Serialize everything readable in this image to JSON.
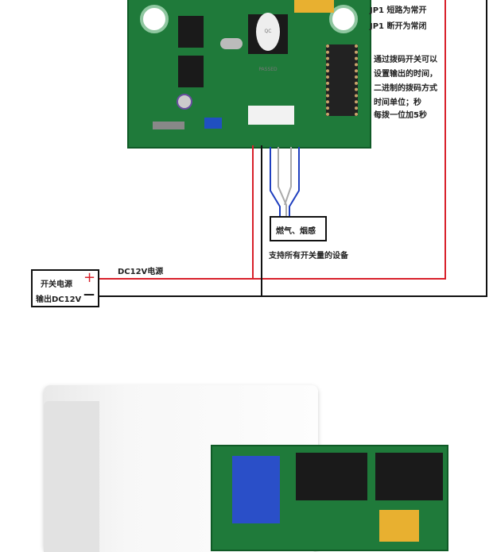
{
  "notes": {
    "jp1_short": "JP1 短路为常开",
    "jp1_open": "JP1 断开为常闭",
    "dip_lines": [
      "通过拨码开关可以",
      "设置输出的时间，",
      "二进制的拨码方式",
      "时间单位；秒",
      "每拨一位加5秒"
    ]
  },
  "sensor_box": "燃气、烟感",
  "sensor_note": "支持所有开关量的设备",
  "power_label": "DC12V电源",
  "psu": {
    "line1": "开关电源",
    "line2": "输出DC12V",
    "plus": "+",
    "minus": "—"
  },
  "board_marks": {
    "qc": "QC PASSED"
  },
  "colors": {
    "red": "#d8202a",
    "black": "#111111",
    "blue": "#1f3fbf",
    "pcb": "#1f7a3a"
  }
}
